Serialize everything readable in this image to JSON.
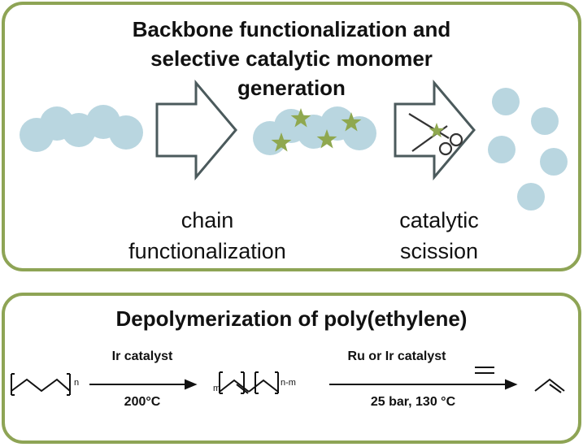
{
  "top_panel": {
    "title_line1": "Backbone functionalization and",
    "title_line2": "selective catalytic monomer",
    "title_line3": "generation",
    "caption_left_line1": "chain",
    "caption_left_line2": "functionalization",
    "caption_right_line1": "catalytic",
    "caption_right_line2": "scission"
  },
  "bottom_panel": {
    "title": "Depolymerization of poly(ethylene)",
    "step1_above": "Ir catalyst",
    "step1_below": "200°C",
    "step2_above": "Ru or Ir catalyst",
    "step2_below": "25 bar, 130 °C",
    "subscript_n": "n",
    "subscript_m": "m",
    "subscript_n_minus_m": "n-m"
  },
  "colors": {
    "border": "#8ea455",
    "bead": "#b9d6e0",
    "star": "#8fa84f",
    "arrow_outline": "#4b5a5c"
  },
  "icons": [
    "scissors-icon",
    "star-icon"
  ]
}
